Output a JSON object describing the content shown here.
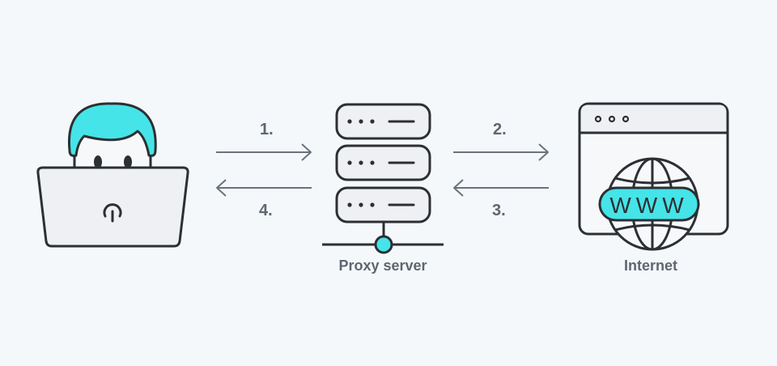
{
  "colors": {
    "background": "#f5f8fb",
    "outline": "#2c2f33",
    "accent": "#45e4e8",
    "panel": "#eef0f3",
    "arrow": "#6b727c",
    "text": "#5f6670"
  },
  "nodes": {
    "user": {
      "icon": "user-laptop-icon"
    },
    "proxy": {
      "icon": "server-stack-icon",
      "label": "Proxy server"
    },
    "internet": {
      "icon": "browser-globe-icon",
      "label": "Internet",
      "globe_text": "WWW"
    }
  },
  "steps": [
    {
      "label": "1.",
      "direction": "right",
      "from": "user",
      "to": "proxy"
    },
    {
      "label": "2.",
      "direction": "right",
      "from": "proxy",
      "to": "internet"
    },
    {
      "label": "3.",
      "direction": "left",
      "from": "internet",
      "to": "proxy"
    },
    {
      "label": "4.",
      "direction": "left",
      "from": "proxy",
      "to": "user"
    }
  ]
}
